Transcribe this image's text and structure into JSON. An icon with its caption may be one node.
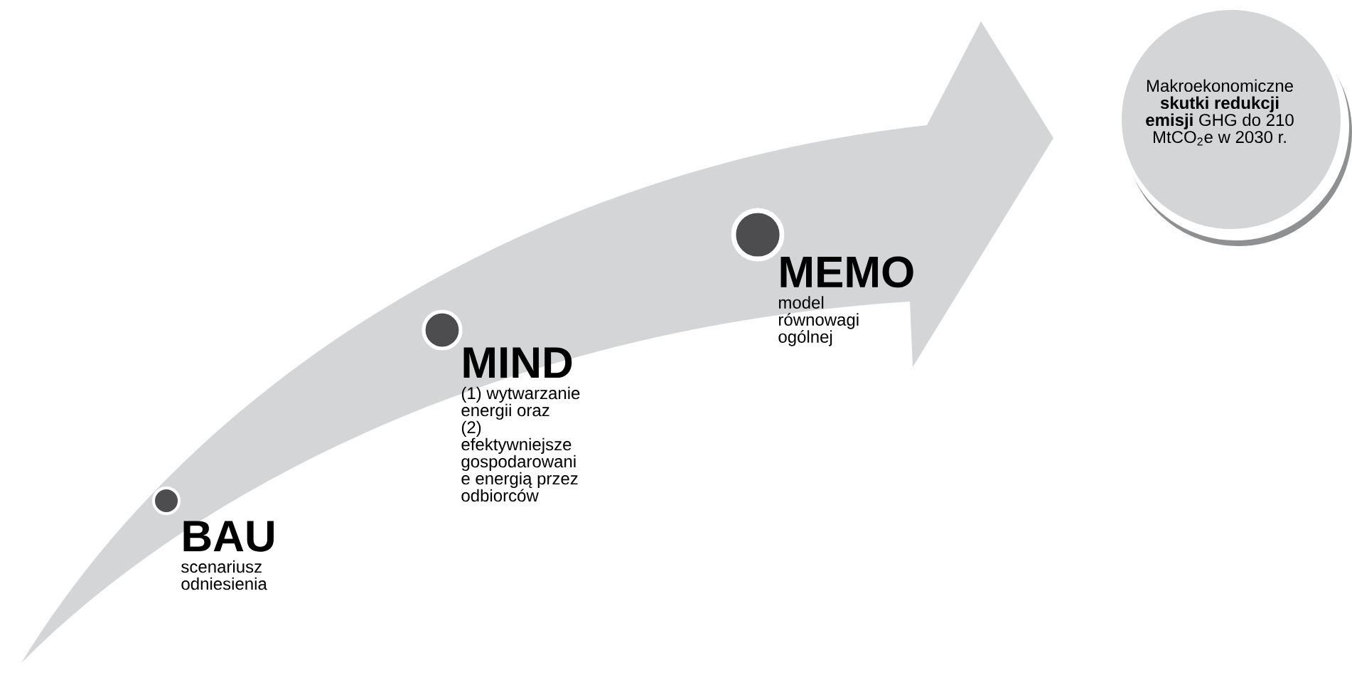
{
  "diagram": {
    "nodes": [
      {
        "text": [
          "BAU",
          "scenariusz odniesienia"
        ]
      },
      {
        "text": [
          "MIND",
          "(1) wytwarzanie energii oraz",
          "(2) efektywniejsze gospodarowani e energią przez odbiorców"
        ]
      },
      {
        "text": [
          "MEMO",
          "model równowagi ogólnej"
        ]
      },
      {
        "text": [
          "Makroekonomiczne **skutki redukcji emisji** GHG do 210 MtCO$_{2}$e w 2030 r."
        ]
      }
    ]
  }
}
